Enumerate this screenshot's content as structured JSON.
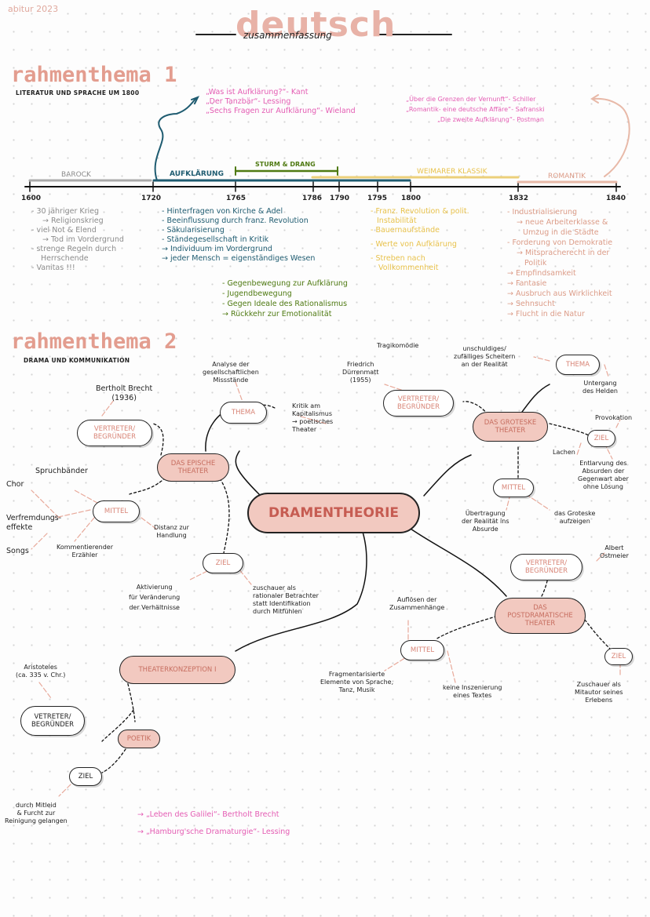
{
  "header": {
    "year": "abitur 2023",
    "title": "deutsch",
    "subtitle": "zusammenfassung"
  },
  "colors": {
    "pink": "#e45cb3",
    "yellow": "#e8c24c",
    "teal": "#1e5b70",
    "green": "#4f7a12",
    "grey": "#8c8c8c",
    "peach": "#dc9c88",
    "cloud_fill": "#f2c9c0"
  },
  "r1": {
    "title": "rahmenthema 1",
    "subtitle": "LITERATUR UND SPRACHE UM 1800",
    "works_left": [
      "„Was ist Aufklärung?“- Kant",
      "„Der Tanzbär“- Lessing",
      "„Sechs Fragen zur Aufklärung“- Wieland"
    ],
    "works_right": [
      "„Über die Grenzen der Vernunft“- Schiller",
      "„Romantik- eine deutsche Affäre“- Safranski",
      "„Die zweite Aufklärung“- Postman"
    ],
    "eras": {
      "barock": "BAROCK",
      "aufklaerung": "AUFKLÄRUNG",
      "sturm": "STURM & DRANG",
      "weimarer": "WEIMARER KLASSIK",
      "romantik": "ROMANTIK"
    },
    "years": [
      "1600",
      "1720",
      "1765",
      "1786",
      "1790",
      "1795",
      "1800",
      "1832",
      "1840"
    ],
    "barock_notes": [
      "- 30 jähriger Krieg",
      "→ Religionskrieg",
      "- viel Not & Elend",
      "→ Tod im Vordergrund",
      "- strenge Regeln durch",
      "Herrschende",
      "- Vanitas !!!"
    ],
    "aufkl_notes": [
      "- Hinterfragen von Kirche & Adel",
      "- Beeinflussung durch franz. Revolution",
      "- Säkularisierung",
      "- Ständegesellschaft in Kritik",
      "→ Individuum im Vordergrund",
      "→ jeder Mensch = eigenständiges Wesen"
    ],
    "sturm_notes": [
      "- Gegenbewegung zur Aufklärung",
      "- Jugendbewegung",
      "- Gegen Ideale des Rationalismus",
      "→ Rückkehr zur Emotionalität"
    ],
    "klassik_notes": [
      "- Franz. Revolution & polit.",
      "Instabilität",
      "- Bauernaufstände",
      "- Werte von Aufklärung",
      "- Streben nach",
      "Vollkommenheit"
    ],
    "romantik_notes": [
      "- Industrialisierung",
      "→ neue Arbeiterklasse &",
      "Umzug in die Städte",
      "- Forderung von Demokratie",
      "→ Mitspracherecht in der",
      "Politik",
      "→ Empfindsamkeit",
      "→ Fantasie",
      "→ Ausbruch aus Wirklichkeit",
      "→ Sehnsucht",
      "→ Flucht in die Natur"
    ]
  },
  "r2": {
    "title": "rahmenthema 2",
    "subtitle": "DRAMA UND KOMMUNIKATION",
    "center": "DRAMENTHEORIE",
    "episch": {
      "label": "DAS EPISCHE\nTHEATER",
      "vertreter": "VERTRETER/\nBEGRÜNDER",
      "brecht": "Bertholt Brecht\n(1936)",
      "thema": "THEMA",
      "analyse": "Analyse der\ngesellschaftlichen\nMissstände",
      "kritik": "Kritik am\nKapitalismus\n→ poetisches\nTheater",
      "mittel": "MITTEL",
      "spruch": "Spruchbänder",
      "chor": "Chor",
      "verfremdung": "Verfremdungs-\neffekte",
      "songs": "Songs",
      "erzaehler": "Kommentierender\nErzähler",
      "distanz": "Distanz zur\nHandlung",
      "ziel": "ZIEL",
      "aktivierung": "Aktivierung\nfür Veränderung\nder Verhältnisse",
      "zuschauer": "zuschauer als\nrationaler Betrachter\nstatt Identifikation\ndurch Mitfühlen"
    },
    "grotesk": {
      "label": "DAS GROTESKE\nTHEATER",
      "vertreter": "VERTRETER/\nBEGRÜNDER",
      "tragik": "Tragikomödie",
      "duerrenmatt": "Friedrich\nDürrenmatt\n(1955)",
      "thema": "THEMA",
      "unschuldig": "unschuldiges/\nzufälliges Scheitern\nan der Realität",
      "untergang": "Untergang\ndes Helden",
      "provokation": "Provokation",
      "ziel": "ZIEL",
      "lachen": "Lachen",
      "entlarvung": "Entlarvung des\nAbsurden der\nGegenwart aber\nohne Lösung",
      "mittel": "MITTEL",
      "uebertragung": "Übertragung\nder Realität ins\nAbsurde",
      "groteske": "das Groteske\naufzeigen"
    },
    "post": {
      "label": "DAS\nPOSTDRAMATISCHE\nTHEATER",
      "vertreter": "VERTRETER/\nBEGRÜNDER",
      "ostmeier": "Albert\nOstmeier",
      "ziel": "ZIEL",
      "mitautor": "Zuschauer als\nMitautor seines\nErlebens",
      "aufloesen": "Auflösen der\nZusammenhänge",
      "mittel": "MITTEL",
      "fragment": "Fragmentarisierte\nElemente von Sprache,\nTanz, Musik",
      "keine": "keine Inszenierung\neines Textes"
    },
    "konzeption": {
      "label": "THEATERKONZEPTION I",
      "aristoteles": "Aristoteles\n(ca. 335 v. Chr.)",
      "vertreter": "VETRETER/\nBEGRÜNDER",
      "poetik": "POETIK",
      "ziel": "ZIEL",
      "mitleid": "durch Mitleid\n& Furcht zur\nReinigung gelangen"
    },
    "works": [
      "→ „Leben des Galilei“- Bertholt Brecht",
      "→ „Hamburg'sche Dramaturgie“- Lessing"
    ]
  }
}
